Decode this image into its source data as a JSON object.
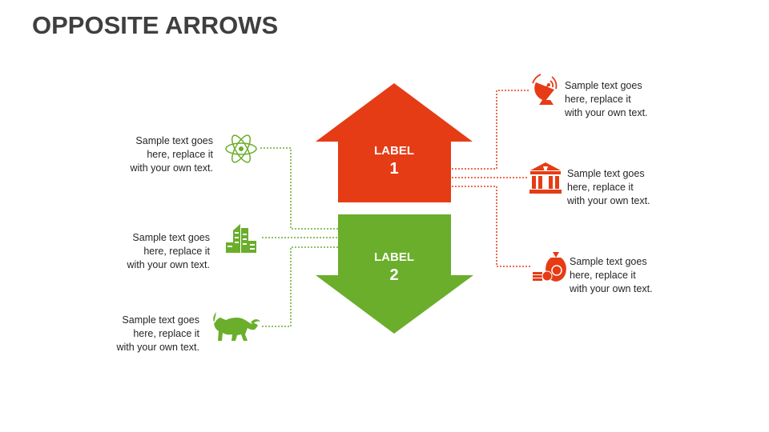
{
  "title": "OPPOSITE ARROWS",
  "colors": {
    "red": "#e53c16",
    "green": "#6aae2b",
    "text": "#262626",
    "title": "#3f3f3f"
  },
  "arrows": [
    {
      "label_top": "LABEL",
      "label_num": "1",
      "direction": "up",
      "color": "#e53c16"
    },
    {
      "label_top": "LABEL",
      "label_num": "2",
      "direction": "down",
      "color": "#6aae2b"
    }
  ],
  "left_items": [
    {
      "icon": "atom-icon",
      "lines": [
        "Sample text goes",
        "here, replace it",
        "with your own text."
      ]
    },
    {
      "icon": "building-icon",
      "lines": [
        "Sample text goes",
        "here, replace it",
        "with your own text."
      ]
    },
    {
      "icon": "bull-icon",
      "lines": [
        "Sample text goes",
        "here, replace it",
        "with your own text."
      ]
    }
  ],
  "right_items": [
    {
      "icon": "satellite-dish-icon",
      "lines": [
        "Sample text goes",
        "here, replace it",
        "with your own text."
      ]
    },
    {
      "icon": "bank-icon",
      "lines": [
        "Sample text goes",
        "here, replace it",
        "with your own text."
      ]
    },
    {
      "icon": "money-bag-icon",
      "lines": [
        "Sample text goes",
        "here, replace it",
        "with your own text."
      ]
    }
  ]
}
